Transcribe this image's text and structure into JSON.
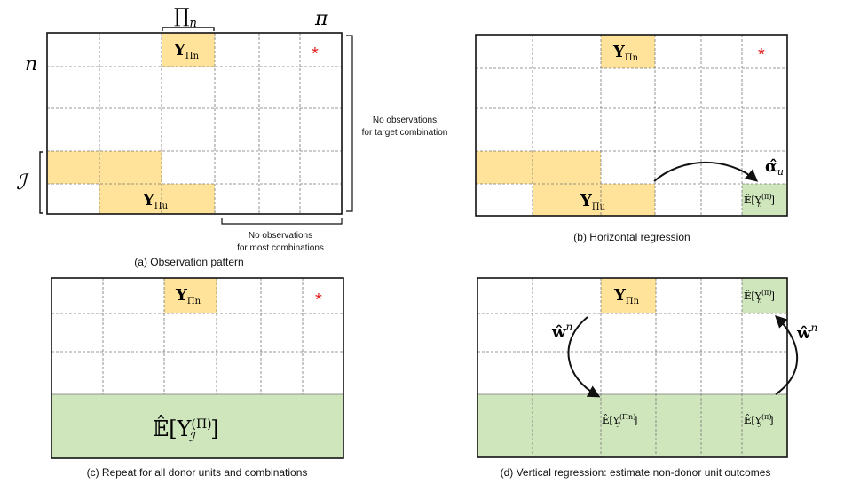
{
  "panels": {
    "a": {
      "caption": "(a) Observation pattern",
      "label_Pi_n": "∏",
      "label_Pi_n_sub": "n",
      "label_pi": "π",
      "label_n": "n",
      "label_I": "ℐ",
      "cell_top": "Y",
      "cell_top_sub": "Πn",
      "cell_bottom": "Y",
      "cell_bottom_sub": "Πu",
      "star": "*",
      "note_right_1": "No observations",
      "note_right_2": "for target combination",
      "note_bottom_1": "No observations",
      "note_bottom_2": "for most combinations"
    },
    "b": {
      "caption": "(b) Horizontal regression",
      "cell_top": "Y",
      "cell_top_sub": "Πn",
      "cell_bottom": "Y",
      "cell_bottom_sub": "Πu",
      "star": "*",
      "alpha": "α̂",
      "alpha_sub": "u",
      "estimate": "𝔼̂[Y",
      "estimate_sup": "(π)",
      "estimate_sub": "n",
      "estimate_close": "]"
    },
    "c": {
      "caption": "(c) Repeat for all donor units and combinations",
      "cell_top": "Y",
      "cell_top_sub": "Πn",
      "star": "*",
      "estimate": "𝔼̂[Y",
      "estimate_sup": "(Π)",
      "estimate_sub": "ℐ",
      "estimate_close": "]"
    },
    "d": {
      "caption": "(d) Vertical regression: estimate non-donor unit outcomes",
      "cell_top": "Y",
      "cell_top_sub": "Πn",
      "w_left": "ŵ",
      "w_left_sup": "n",
      "w_right": "ŵ",
      "w_right_sup": "n",
      "est_top": "𝔼̂[Y",
      "est_top_sup": "(π)",
      "est_top_sub": "n",
      "est_mid": "𝔼̂[Y",
      "est_mid_sup": "(Πn)",
      "est_mid_sub": "ℐ",
      "est_right": "𝔼̂[Y",
      "est_right_sup": "(π)",
      "est_right_sub": "ℐ",
      "close": "]"
    }
  },
  "colors": {
    "observed": "#ffe39a",
    "estimated": "#cfe6bd",
    "star": "#e02020",
    "grid": "#777777"
  }
}
